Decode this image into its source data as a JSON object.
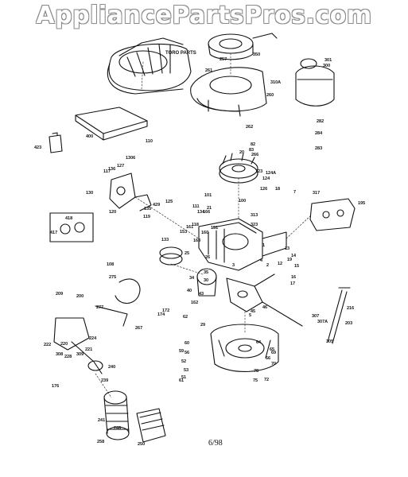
{
  "watermark": "AppliancePartsPros.com",
  "notes": {
    "toro_parts": "TORO PARTS",
    "page_ref": "6/98"
  },
  "part_numbers": [
    "1",
    "2",
    "3",
    "4",
    "5",
    "7",
    "12",
    "13",
    "14",
    "15",
    "16",
    "17",
    "18",
    "19",
    "20",
    "21",
    "25",
    "26",
    "29",
    "30",
    "34",
    "35",
    "40",
    "43",
    "45",
    "46",
    "51",
    "52",
    "53",
    "56",
    "60",
    "61",
    "62",
    "64",
    "65",
    "66",
    "69",
    "70",
    "72",
    "75",
    "78",
    "82",
    "83",
    "100",
    "101",
    "108",
    "110",
    "111",
    "117",
    "118",
    "119",
    "120",
    "123",
    "124",
    "124A",
    "125",
    "126",
    "127",
    "130",
    "133",
    "134",
    "135",
    "136",
    "151",
    "153",
    "160",
    "161",
    "162",
    "163",
    "166",
    "172",
    "174",
    "176",
    "195",
    "200",
    "203",
    "209",
    "216",
    "220",
    "221",
    "222",
    "224",
    "228",
    "239",
    "241",
    "246",
    "250",
    "257",
    "260",
    "261",
    "262",
    "266",
    "267",
    "275",
    "277",
    "282",
    "283",
    "284",
    "300",
    "301",
    "305",
    "307",
    "308",
    "309",
    "313",
    "323",
    "350",
    "400",
    "417",
    "418",
    "423",
    "429",
    "1306",
    "310A",
    "307A",
    "317",
    "240",
    "258",
    "59"
  ]
}
